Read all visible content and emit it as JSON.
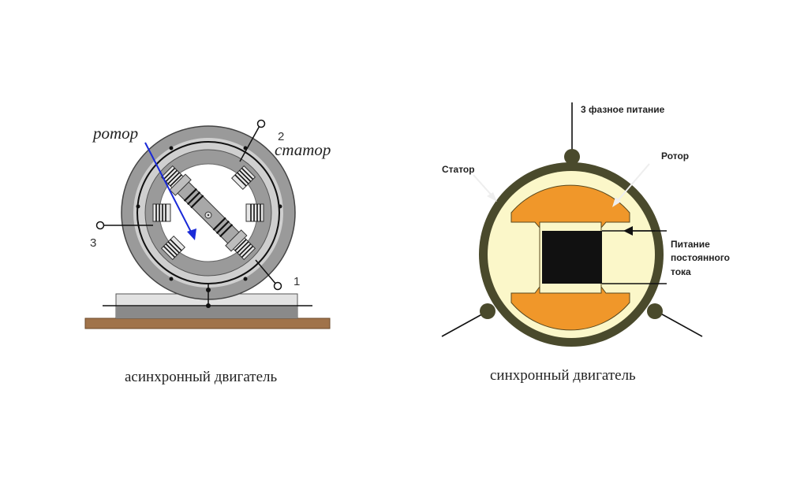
{
  "left": {
    "caption": "асинхронный двигатель",
    "rotor_label": "ротор",
    "stator_label": "статор",
    "terminals": [
      "1",
      "2",
      "3"
    ]
  },
  "right": {
    "caption": "синхронный двигатель",
    "power_label": "3 фазное питание",
    "rotor_label": "Ротор",
    "stator_label": "Статор",
    "dc_label_lines": [
      "Питание",
      "постоянного",
      "тока"
    ]
  },
  "colors": {
    "stator_ring": "#9a9a9a",
    "stator_light": "#cfcfcf",
    "pole_fill": "#e6e6e6",
    "base_wood": "#a0734a",
    "arrow_blue": "#1a2ad8",
    "sync_ring": "#4a4a2c",
    "sync_inner": "#fbf7c9",
    "sync_rotor": "#f0972a",
    "sync_core": "#111111"
  }
}
